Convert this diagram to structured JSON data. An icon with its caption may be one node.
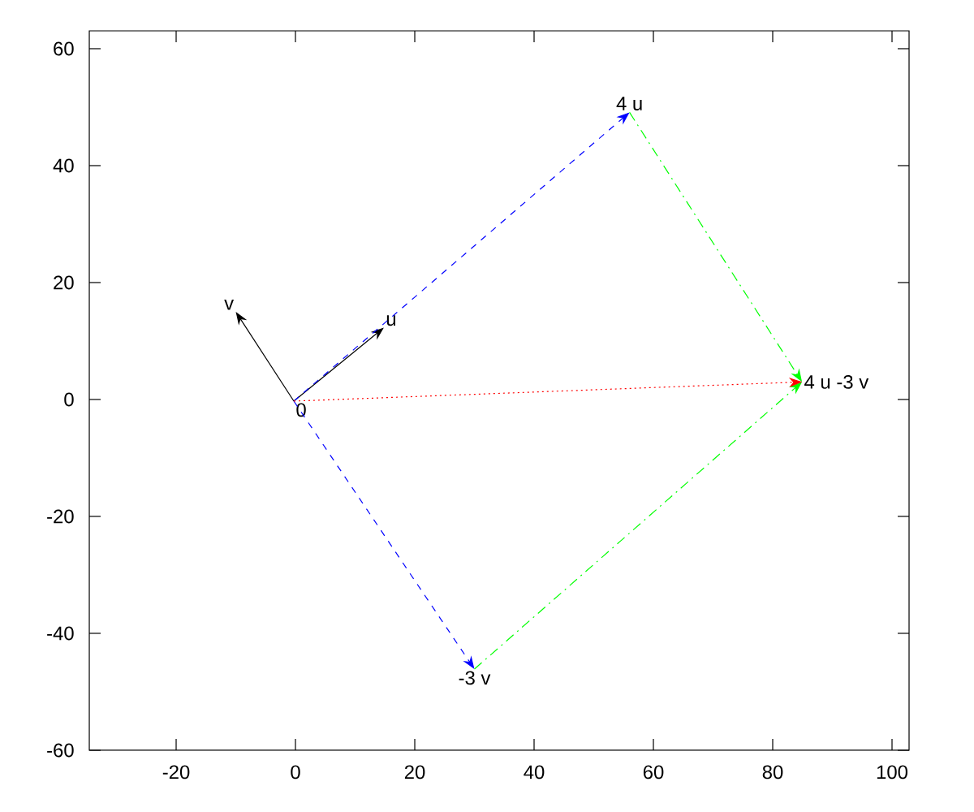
{
  "diagram": {
    "nodes": [
      {
        "text": [
          "0"
        ]
      },
      {
        "text": [
          "u"
        ]
      },
      {
        "text": [
          "v"
        ]
      },
      {
        "text": [
          "4 u"
        ]
      },
      {
        "text": [
          "-3 v"
        ]
      },
      {
        "text": [
          "4 u -3 v"
        ]
      }
    ],
    "edges": [
      {
        "from": 0,
        "to": 1,
        "arrow": "to"
      },
      {
        "from": 0,
        "to": 2,
        "arrow": "to"
      },
      {
        "from": 0,
        "to": 3,
        "arrow": "to",
        "style": "dashed",
        "color": "#0000ff"
      },
      {
        "from": 0,
        "to": 4,
        "arrow": "to",
        "style": "dashed",
        "color": "#0000ff"
      },
      {
        "from": 3,
        "to": 5,
        "arrow": "to",
        "style": "dashed",
        "color": "#00ff00"
      },
      {
        "from": 4,
        "to": 5,
        "arrow": "to",
        "style": "dashed",
        "color": "#00ff00"
      },
      {
        "from": 0,
        "to": 5,
        "arrow": "to",
        "style": "dashed",
        "color": "#ff0000"
      }
    ],
    "labels": [
      "60",
      "40",
      "20",
      "0",
      "-20",
      "-40",
      "-60",
      "-20",
      "0",
      "20",
      "40",
      "60",
      "80",
      "100"
    ]
  }
}
